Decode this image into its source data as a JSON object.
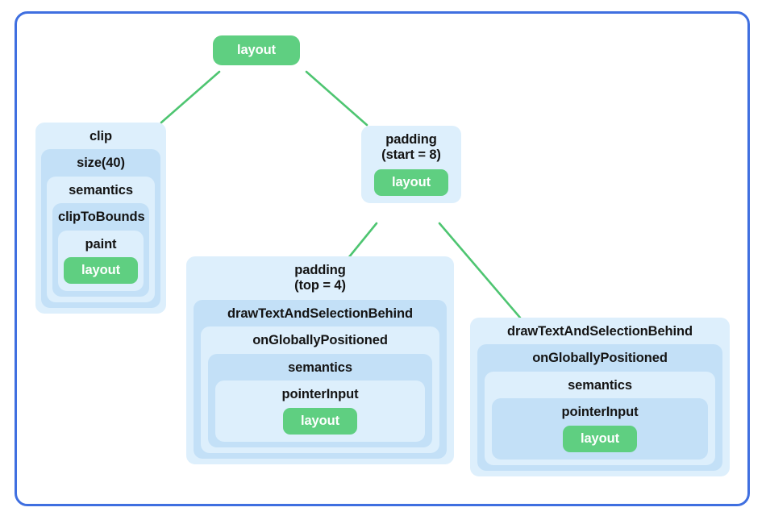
{
  "diagram": {
    "type": "modifier-node-tree",
    "colors": {
      "frame_border": "#3f6fe0",
      "node_blue_dark": "#c3e0f7",
      "node_blue_light": "#ddeffc",
      "leaf_green": "#5fcf81",
      "edge_green": "#4ec571",
      "label_text": "#141414",
      "leaf_text": "#ffffff",
      "background": "#ffffff"
    },
    "root": {
      "label": "layout"
    },
    "clip_stack": {
      "levels": [
        "clip",
        "size(40)",
        "semantics",
        "clipToBounds",
        "paint"
      ],
      "leaf": "layout"
    },
    "padding_start_node": {
      "label_line1": "padding",
      "label_line2": "(start = 8)",
      "leaf": "layout"
    },
    "padding_top_stack": {
      "label_line1": "padding",
      "label_line2": "(top = 4)",
      "levels": [
        "drawTextAndSelectionBehind",
        "onGloballyPositioned",
        "semantics",
        "pointerInput"
      ],
      "leaf": "layout"
    },
    "right_stack": {
      "levels": [
        "drawTextAndSelectionBehind",
        "onGloballyPositioned",
        "semantics",
        "pointerInput"
      ],
      "leaf": "layout"
    },
    "edges": [
      {
        "from": "root",
        "to": "clip_stack"
      },
      {
        "from": "root",
        "to": "padding_start_node"
      },
      {
        "from": "padding_start_node",
        "to": "padding_top_stack"
      },
      {
        "from": "padding_start_node",
        "to": "right_stack"
      }
    ]
  }
}
